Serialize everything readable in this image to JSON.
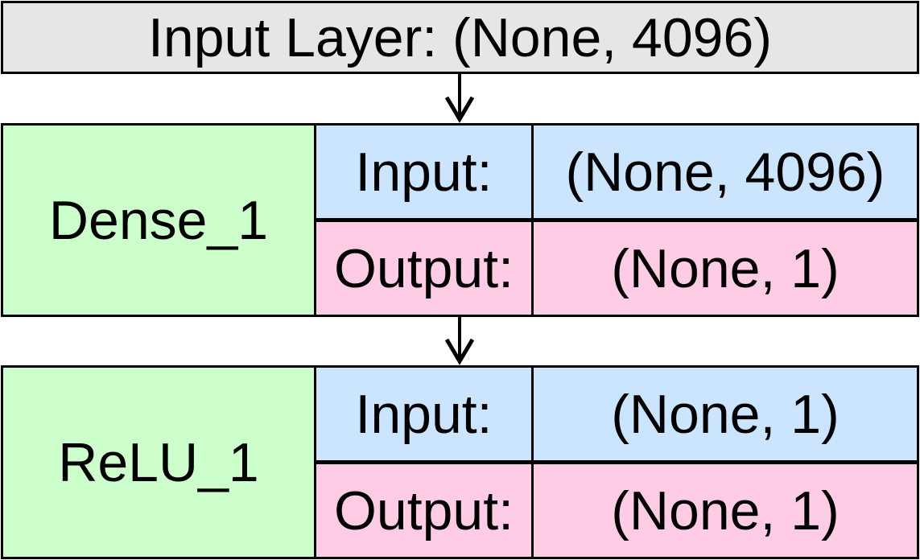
{
  "input_layer": {
    "label": "Input Layer: (None, 4096)"
  },
  "layers": [
    {
      "name": "Dense_1",
      "input_label": "Input:",
      "input_value": "(None, 4096)",
      "output_label": "Output:",
      "output_value": "(None, 1)"
    },
    {
      "name": "ReLU_1",
      "input_label": "Input:",
      "input_value": "(None, 1)",
      "output_label": "Output:",
      "output_value": "(None, 1)"
    }
  ],
  "colors": {
    "input_layer_fill": "#e6e6e6",
    "layer_name_fill": "#ccffcc",
    "input_row_fill": "#cce5ff",
    "output_row_fill": "#ffcce6",
    "stroke": "#000000"
  }
}
